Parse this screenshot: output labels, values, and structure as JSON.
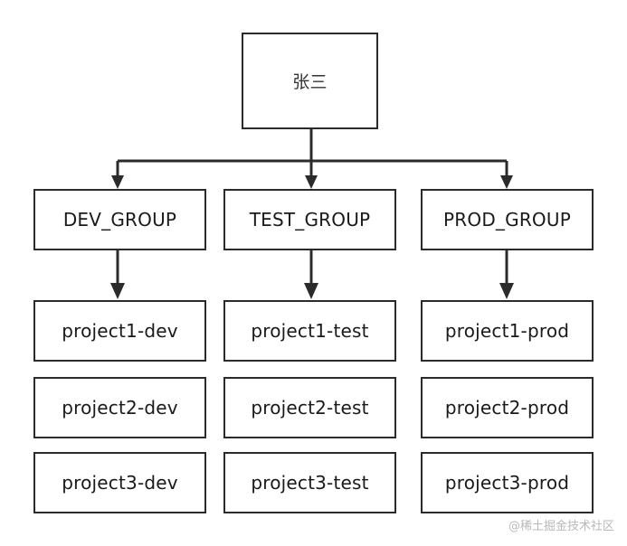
{
  "diagram": {
    "root": {
      "label": "张三"
    },
    "groups": [
      {
        "label": "DEV_GROUP",
        "projects": [
          "project1-dev",
          "project2-dev",
          "project3-dev"
        ]
      },
      {
        "label": "TEST_GROUP",
        "projects": [
          "project1-test",
          "project2-test",
          "project3-test"
        ]
      },
      {
        "label": "PROD_GROUP",
        "projects": [
          "project1-prod",
          "project2-prod",
          "project3-prod"
        ]
      }
    ],
    "line_color": "#2b2b2b"
  },
  "watermark": "@稀土掘金技术社区"
}
